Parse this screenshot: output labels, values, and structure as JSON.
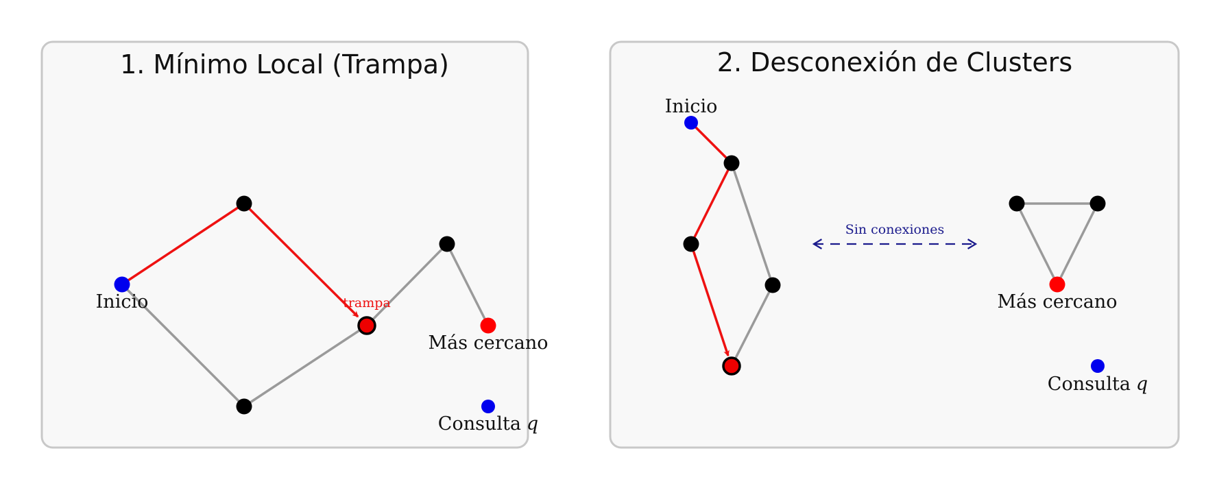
{
  "panels": [
    {
      "title": "1. Mínimo Local (Trampa)",
      "labels": {
        "start": "Inicio",
        "trap": "trampa",
        "nearest": "Más cercano",
        "query": "Consulta",
        "query_var": "q"
      }
    },
    {
      "title": "2. Desconexión de Clusters",
      "labels": {
        "start": "Inicio",
        "no_connections": "Sin conexiones",
        "nearest": "Más cercano",
        "query": "Consulta",
        "query_var": "q"
      }
    }
  ],
  "colors": {
    "search_path": "#ee1111",
    "graph_edge": "#9a9a9a",
    "start_node": "#0000ee",
    "query_node": "#0000ee",
    "nearest_node": "#ff0000",
    "trap_node": "#ee0000",
    "node": "#000000",
    "annotation": "#1a1a8c"
  }
}
